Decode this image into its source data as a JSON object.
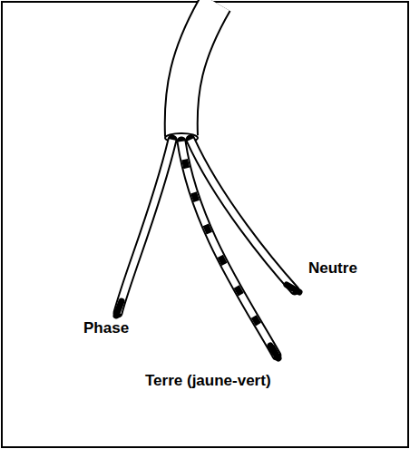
{
  "diagram": {
    "labels": [
      "Phase",
      "Neutre",
      "Terre (jaune-vert)"
    ]
  }
}
